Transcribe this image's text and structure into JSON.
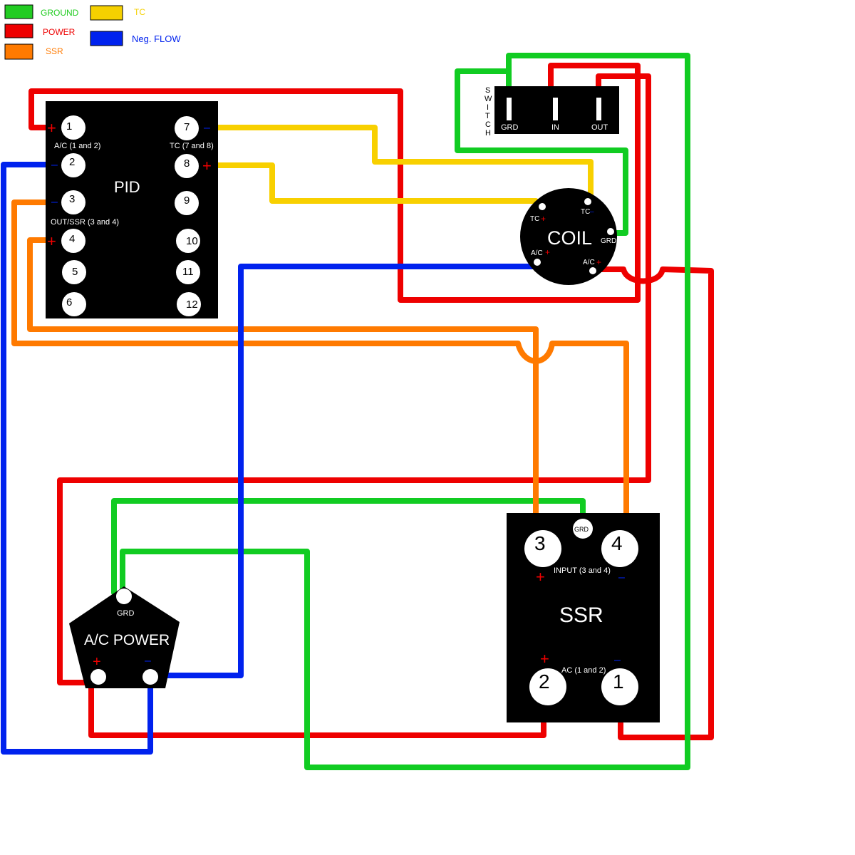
{
  "legend": {
    "items": [
      {
        "label": "GROUND",
        "color": "#22cc22"
      },
      {
        "label": "POWER",
        "color": "#ee0000"
      },
      {
        "label": "SSR",
        "color": "#ff7a00"
      },
      {
        "label": "TC",
        "color": "#f5d000"
      },
      {
        "label": "Neg. FLOW",
        "color": "#0022ee"
      }
    ]
  },
  "colors": {
    "ground": "#11cc22",
    "power": "#ee0000",
    "ssr": "#ff7a00",
    "tc": "#f8d000",
    "neg_flow": "#0022ee"
  },
  "pid": {
    "title": "PID",
    "ac_label": "A/C (1 and 2)",
    "tc_label": "TC (7 and 8)",
    "out_label": "OUT/SSR (3 and 4)",
    "terminals": [
      "1",
      "2",
      "3",
      "4",
      "5",
      "6",
      "7",
      "8",
      "9",
      "10",
      "11",
      "12"
    ],
    "plus": "+",
    "minus": "–"
  },
  "switch": {
    "vertical_label": [
      "S",
      "W",
      "I",
      "T",
      "C",
      "H"
    ],
    "terminals": [
      "GRD",
      "IN",
      "OUT"
    ]
  },
  "coil": {
    "title": "COIL",
    "tc_plus": "TC",
    "tc_minus": "TC",
    "grd": "GRD",
    "ac_minus": "A/C",
    "ac_plus": "A/C",
    "plus": "+",
    "minus": "–"
  },
  "ssr": {
    "title": "SSR",
    "grd": "GRD",
    "input_label": "INPUT (3 and 4)",
    "ac_label": "AC (1 and 2)",
    "terminals": [
      "3",
      "4",
      "2",
      "1"
    ],
    "plus": "+",
    "minus": "–"
  },
  "ac_power": {
    "title": "A/C POWER",
    "grd": "GRD",
    "plus": "+",
    "minus": "–"
  }
}
